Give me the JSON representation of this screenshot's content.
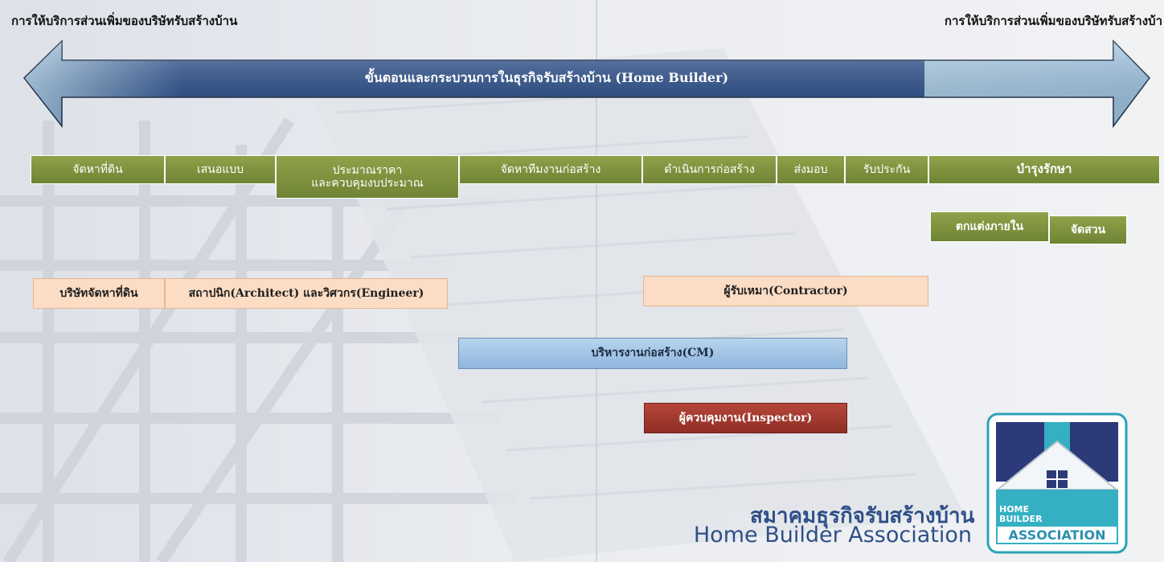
{
  "header": {
    "left_label": "การให้บริการส่วนเพิ่มของบริษัทรับสร้างบ้าน",
    "right_label": "การให้บริการส่วนเพิ่มของบริษัทรับสร้างบ้า"
  },
  "arrow": {
    "label": "ขั้นตอนและกระบวนการในธุรกิจรับสร้างบ้าน (Home Builder)"
  },
  "steps": [
    "จัดหาที่ดิน",
    "เสนอแบบ",
    "ประมาณราคา\nและควบคุมงบประมาณ",
    "จัดหาทีมงานก่อสร้าง",
    "ดำเนินการก่อสร้าง",
    "ส่งมอบ",
    "รับประกัน",
    "บำรุงรักษา"
  ],
  "addons": [
    "ตกแต่งภายใน",
    "จัดสวน"
  ],
  "providers": {
    "land": "บริษัทจัดหาที่ดิน",
    "architect": "สถาปนิก(Architect) และวิศวกร(Engineer)",
    "contractor": "ผู้รับเหมา(Contractor)",
    "cm": "บริหารงานก่อสร้าง(CM)",
    "inspector": "ผู้ควบคุมงาน(Inspector)"
  },
  "association": {
    "name_th": "สมาคมธุรกิจรับสร้างบ้าน",
    "name_en": "Home Builder Association",
    "logo_lines": [
      "HOME",
      "BUILDER",
      "ASSOCIATION"
    ]
  },
  "colors": {
    "arrow_dark": "#274d8c",
    "arrow_light": "#a9cde8",
    "step_green": "#7d9140",
    "provider_peach": "#fbdcc4",
    "cm_blue": "#a6c6e6",
    "inspector_red": "#a33b30",
    "association_blue": "#2f4f88"
  }
}
